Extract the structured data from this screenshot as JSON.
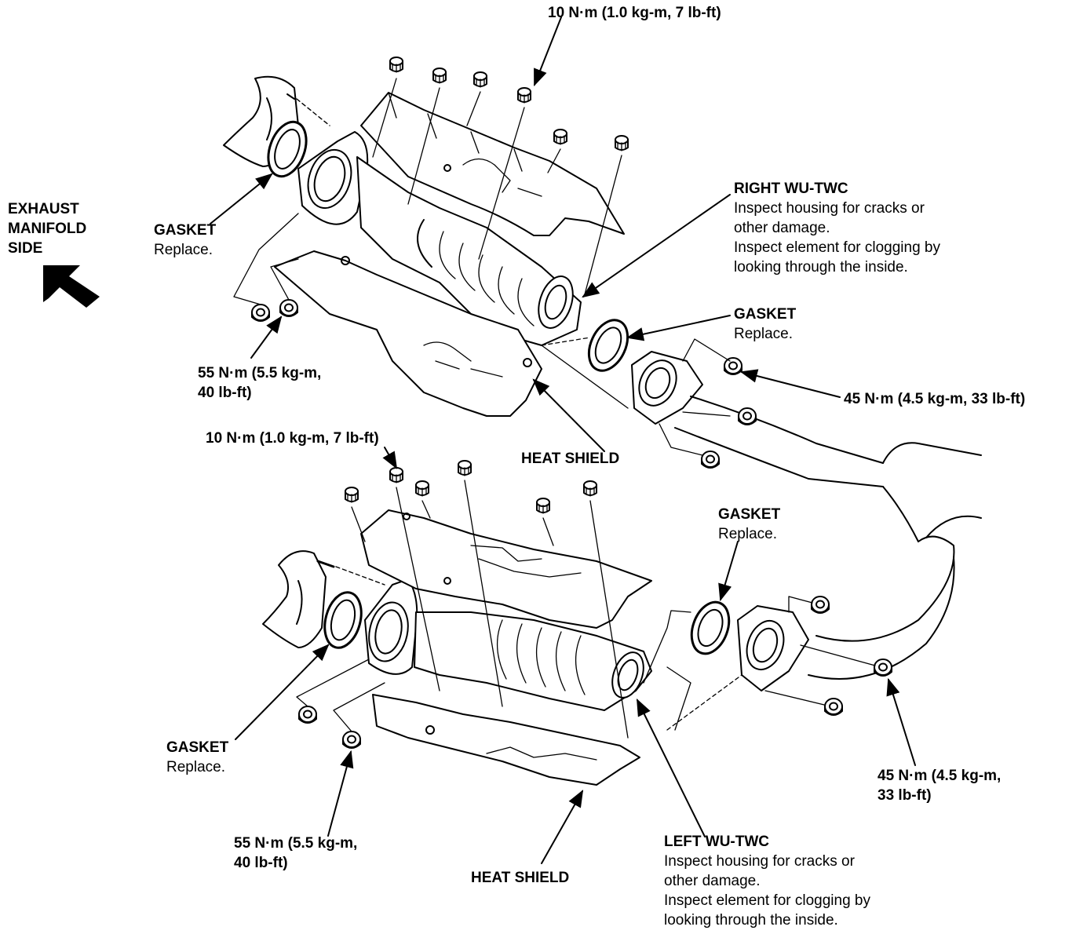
{
  "labels": {
    "exhaust_side": {
      "line1": "EXHAUST",
      "line2": "MANIFOLD",
      "line3": "SIDE"
    },
    "torque_top": {
      "text": "10 N·m (1.0 kg-m, 7 lb-ft)"
    },
    "right_twc": {
      "title": "RIGHT WU-TWC",
      "line1": "Inspect housing for cracks or",
      "line2": "other damage.",
      "line3": "Inspect element for clogging by",
      "line4": "looking through the inside."
    },
    "gasket_upper_left": {
      "title": "GASKET",
      "note": "Replace."
    },
    "gasket_upper_right": {
      "title": "GASKET",
      "note": "Replace."
    },
    "torque_45_upper": {
      "text": "45 N·m (4.5 kg-m, 33 lb-ft)"
    },
    "torque_55_upper": {
      "line1": "55 N·m (5.5 kg-m,",
      "line2": "40 lb-ft)"
    },
    "heat_shield_upper": {
      "text": "HEAT SHIELD"
    },
    "torque_mid": {
      "text": "10 N·m (1.0 kg-m, 7 lb-ft)"
    },
    "gasket_lower_right": {
      "title": "GASKET",
      "note": "Replace."
    },
    "gasket_lower_left": {
      "title": "GASKET",
      "note": "Replace."
    },
    "torque_45_lower": {
      "line1": "45 N·m (4.5 kg-m,",
      "line2": "33 lb-ft)"
    },
    "torque_55_lower": {
      "line1": "55 N·m (5.5 kg-m,",
      "line2": "40 lb-ft)"
    },
    "heat_shield_lower": {
      "text": "HEAT SHIELD"
    },
    "left_twc": {
      "title": "LEFT WU-TWC",
      "line1": "Inspect housing for cracks or",
      "line2": "other damage.",
      "line3": "Inspect element for clogging by",
      "line4": "looking through the inside."
    }
  },
  "colors": {
    "ink": "#000000",
    "paper": "#ffffff"
  }
}
